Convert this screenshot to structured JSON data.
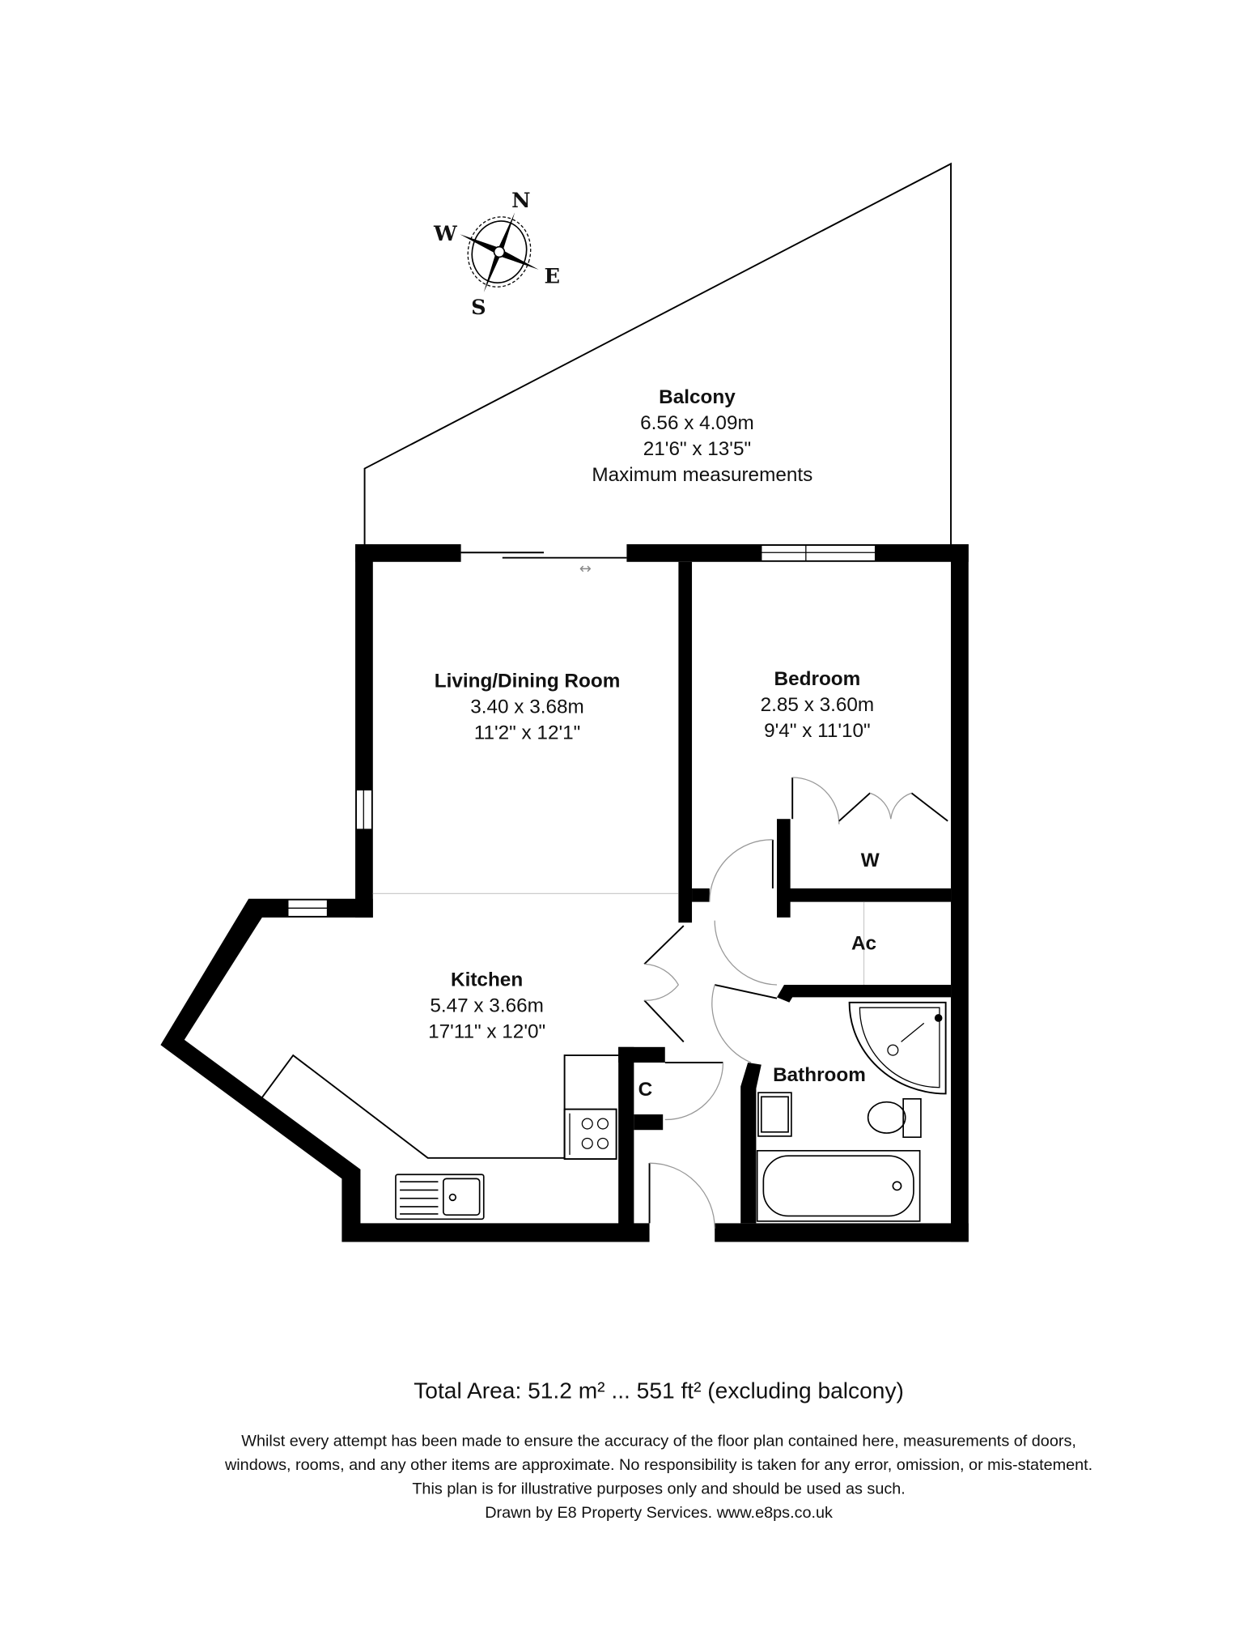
{
  "compass": {
    "north": "N",
    "south": "S",
    "east": "E",
    "west": "W"
  },
  "rooms": {
    "balcony": {
      "name": "Balcony",
      "metric": "6.56 x 4.09m",
      "imperial": "21'6\" x 13'5\"",
      "note": "Maximum measurements"
    },
    "living": {
      "name": "Living/Dining Room",
      "metric": "3.40 x 3.68m",
      "imperial": "11'2\" x 12'1\""
    },
    "bedroom": {
      "name": "Bedroom",
      "metric": "2.85 x 3.60m",
      "imperial": "9'4\" x 11'10\""
    },
    "kitchen": {
      "name": "Kitchen",
      "metric": "5.47 x 3.66m",
      "imperial": "17'11\" x 12'0\""
    },
    "bathroom": {
      "name": "Bathroom"
    },
    "wardrobe": {
      "name": "W"
    },
    "airing_cupboard": {
      "name": "Ac"
    },
    "cupboard": {
      "name": "C"
    }
  },
  "footer": {
    "total_area": "Total Area: 51.2 m² ... 551 ft² (excluding balcony)",
    "disclaimer": [
      "Whilst every attempt has been made to ensure the accuracy of the floor plan contained here, measurements of doors,",
      "windows, rooms, and any other items are approximate. No responsibility is taken for any error, omission, or mis-statement.",
      "This plan is for illustrative purposes only and should be used as such.",
      "Drawn by E8 Property Services. www.e8ps.co.uk"
    ]
  }
}
